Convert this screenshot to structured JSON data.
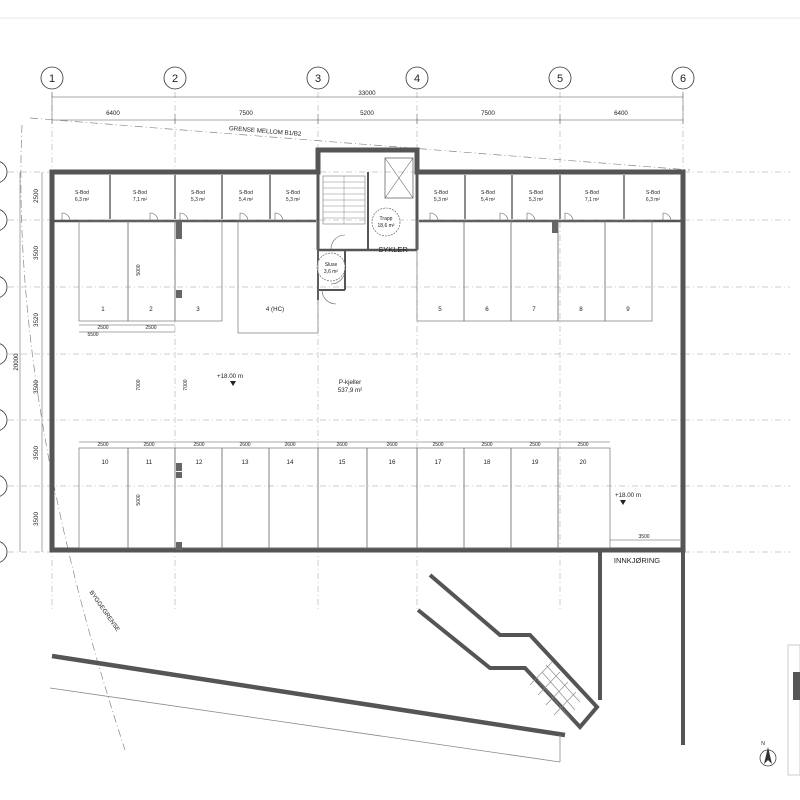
{
  "grid_columns": [
    "1",
    "2",
    "3",
    "4",
    "5",
    "6"
  ],
  "dims_top": {
    "total": "33000",
    "segments": [
      "6400",
      "7500",
      "5200",
      "7500",
      "6400"
    ]
  },
  "dims_left": {
    "total": "20000",
    "segments": [
      "2500",
      "3500",
      "3520",
      "3500",
      "3500",
      "3500"
    ]
  },
  "labels": {
    "boundary": "GRENSE MELLOM B1/B2",
    "building_line": "BYGGEGRENSE",
    "bikes": "SYKLER",
    "entrance": "INNKJØRING",
    "stair_name": "Trapp",
    "stair_area": "18,6 m²",
    "sluice_name": "Sluse",
    "sluice_area": "3,6 m²",
    "hall_name": "P-kjeller",
    "hall_area": "537,9 m²",
    "level_1": "+18.00 m",
    "level_2": "+18.00 m",
    "north": "N"
  },
  "storage": [
    {
      "name": "S-Bod",
      "area": "6,3 m²"
    },
    {
      "name": "S-Bod",
      "area": "7,1 m²"
    },
    {
      "name": "S-Bod",
      "area": "5,3 m²"
    },
    {
      "name": "S-Bod",
      "area": "5,4 m²"
    },
    {
      "name": "S-Bod",
      "area": "5,3 m²"
    },
    {
      "name": "S-Bod",
      "area": "5,3 m²"
    },
    {
      "name": "S-Bod",
      "area": "5,4 m²"
    },
    {
      "name": "S-Bod",
      "area": "5,3 m²"
    },
    {
      "name": "S-Bod",
      "area": "7,1 m²"
    },
    {
      "name": "S-Bod",
      "area": "6,3 m²"
    }
  ],
  "parking_top": [
    "1",
    "2",
    "3",
    "4 (HC)",
    "5",
    "6",
    "7",
    "8",
    "9"
  ],
  "parking_bottom": [
    "10",
    "11",
    "12",
    "13",
    "14",
    "15",
    "16",
    "17",
    "18",
    "19",
    "20"
  ],
  "small_dims": {
    "space_width": "2500",
    "space_depth": "5000",
    "driveway": "5500",
    "aisle": "7000",
    "hc_width": "2600",
    "entry_width": "3500"
  }
}
